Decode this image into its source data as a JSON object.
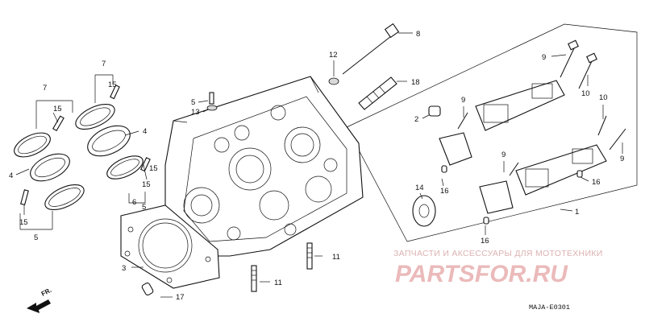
{
  "diagram": {
    "code": "MAJA-E0301",
    "direction_label": "FR.",
    "callouts": {
      "c1": "1",
      "c2": "2",
      "c3": "3",
      "c4a": "4",
      "c4b": "4",
      "c5a": "5",
      "c5b": "5",
      "c6": "6",
      "c7a": "7",
      "c7b": "7",
      "c8": "8",
      "c9a": "9",
      "c9b": "9",
      "c9c": "9",
      "c9d": "9",
      "c10a": "10",
      "c10b": "10",
      "c11a": "11",
      "c11b": "11",
      "c12": "12",
      "c13": "13",
      "c14": "14",
      "c15a": "15",
      "c15b": "15",
      "c15c": "15",
      "c15d": "15",
      "c15e": "15",
      "c16a": "16",
      "c16b": "16",
      "c16c": "16",
      "c17": "17",
      "c18": "18"
    }
  },
  "watermark": {
    "tagline": "ЗАПЧАСТИ И АКСЕССУАРЫ ДЛЯ МОТОТЕХНИКИ",
    "logo": "PARTSFOR.RU"
  },
  "colors": {
    "line": "#111111",
    "watermark": "#e9b3b3",
    "background": "#ffffff"
  }
}
